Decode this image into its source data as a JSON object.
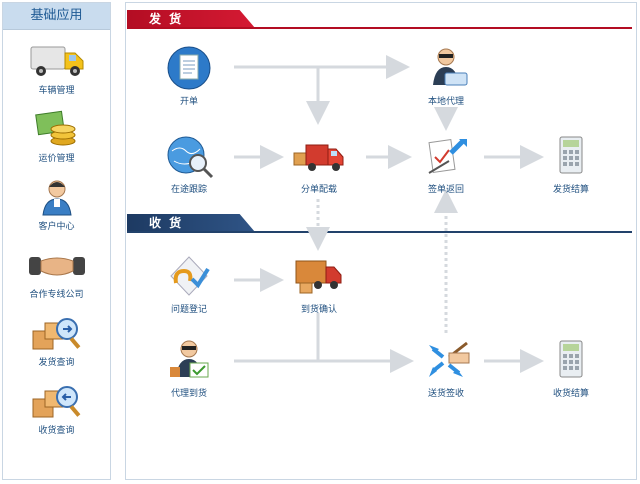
{
  "sidebar": {
    "title": "基础应用",
    "items": [
      {
        "label": "车辆管理",
        "icon": "truck-icon"
      },
      {
        "label": "运价管理",
        "icon": "money-icon"
      },
      {
        "label": "客户中心",
        "icon": "customer-icon"
      },
      {
        "label": "合作专线公司",
        "icon": "handshake-icon"
      },
      {
        "label": "发货查询",
        "icon": "package-search-icon"
      },
      {
        "label": "收货查询",
        "icon": "package-receive-icon"
      }
    ]
  },
  "ship": {
    "title": "发 货",
    "nodes": {
      "order": "开单",
      "tracking": "在途跟踪",
      "dispatch": "分单配载",
      "agent": "本地代理",
      "receipt": "签单返回",
      "settle": "发货结算"
    }
  },
  "receive": {
    "title": "收 货",
    "nodes": {
      "issue": "问题登记",
      "confirm": "到货确认",
      "agent_arrival": "代理到货",
      "sign": "送货签收",
      "settle": "收货结算"
    }
  },
  "colors": {
    "ship_header": "#c8102e",
    "receive_header": "#22426b",
    "arrow": "#d5d9de"
  }
}
